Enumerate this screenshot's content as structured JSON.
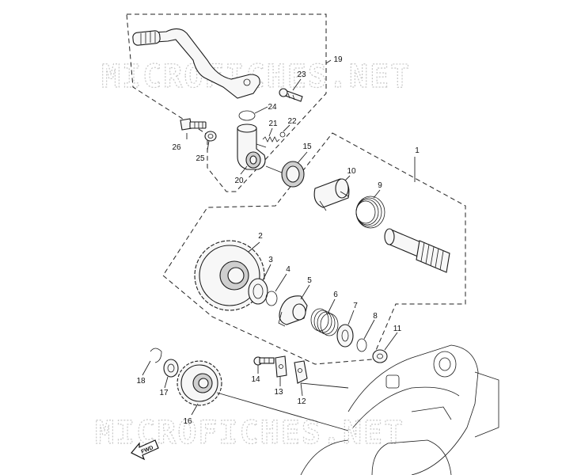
{
  "watermark": "MICROFICHES.NET",
  "fwd_label": "FWD",
  "callouts": {
    "c1": "1",
    "c2": "2",
    "c3": "3",
    "c4": "4",
    "c5": "5",
    "c6": "6",
    "c7": "7",
    "c8": "8",
    "c9": "9",
    "c10": "10",
    "c11": "11",
    "c12": "12",
    "c13": "13",
    "c14": "14",
    "c15": "15",
    "c16": "16",
    "c17": "17",
    "c18": "18",
    "c19": "19",
    "c20": "20",
    "c21": "21",
    "c22": "22",
    "c23": "23",
    "c24": "24",
    "c25": "25",
    "c26": "26"
  }
}
